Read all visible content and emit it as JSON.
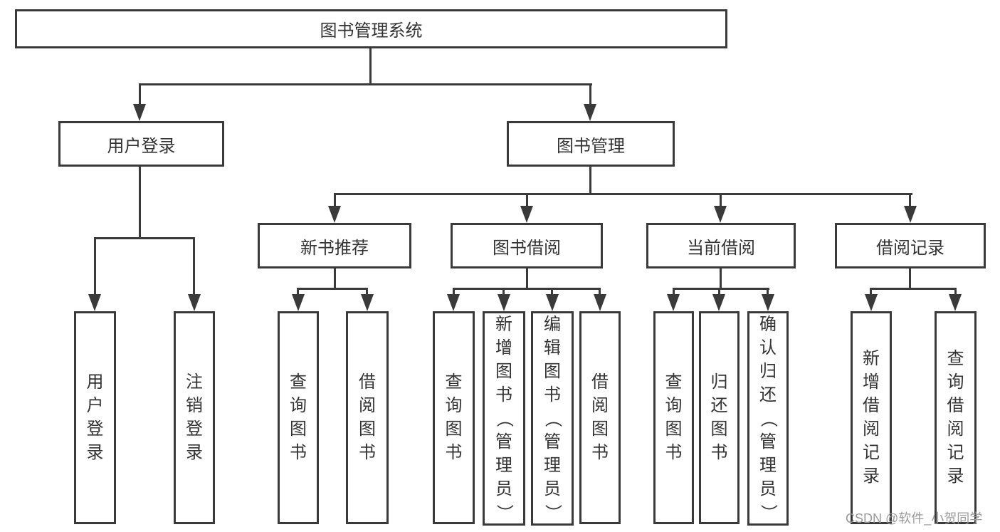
{
  "diagram_type": "hierarchy-tree",
  "tree": {
    "label": "图书管理系统",
    "children": [
      {
        "label": "用户登录",
        "children": [
          {
            "label": "用户登录"
          },
          {
            "label": "注销登录"
          }
        ]
      },
      {
        "label": "图书管理",
        "children": [
          {
            "label": "新书推荐",
            "children": [
              {
                "label": "查询图书"
              },
              {
                "label": "借阅图书"
              }
            ]
          },
          {
            "label": "图书借阅",
            "children": [
              {
                "label": "查询图书"
              },
              {
                "label": "新增图书（管理员）"
              },
              {
                "label": "编辑图书（管理员）"
              },
              {
                "label": "借阅图书"
              }
            ]
          },
          {
            "label": "当前借阅",
            "children": [
              {
                "label": "查询图书"
              },
              {
                "label": "归还图书"
              },
              {
                "label": "确认归还（管理员）"
              }
            ]
          },
          {
            "label": "借阅记录",
            "children": [
              {
                "label": "新增借阅记录"
              },
              {
                "label": "查询借阅记录"
              }
            ]
          }
        ]
      }
    ]
  },
  "watermark": {
    "text": "CSDN @软件_小贺同学"
  },
  "colors": {
    "line": "#3a3a3a",
    "text": "#333333",
    "background": "#ffffff",
    "watermark": "#9b9b9b"
  }
}
